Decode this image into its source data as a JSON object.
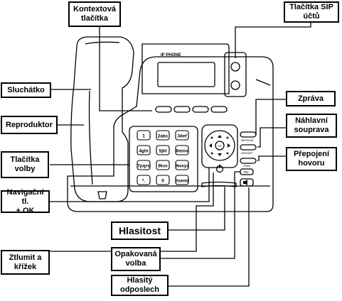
{
  "brand_label": "IP PHONE",
  "keypad_keys": [
    "1",
    "2abc",
    "3def",
    "4ghi",
    "5jkl",
    "6mno",
    "7pqrs",
    "8tuv",
    "9wxyz",
    "*.",
    "0",
    "#send"
  ],
  "key_labels": {
    "message": "MESSAGE",
    "headset": "HEADSET",
    "tran": "TRAN",
    "rd": "RD",
    "ok": "OK"
  },
  "callouts": {
    "context_buttons": "Kontextová\ntlačítka",
    "sip_buttons": "Tlačítka SIP\núčtů",
    "handset": "Sluchátko",
    "message": "Zpráva",
    "speaker": "Reproduktor",
    "headset": "Náhlavní\nsouprava",
    "dial_buttons": "Tlačítka\nvolby",
    "transfer": "Přepojení\nhovoru",
    "navigation": "Navigační tl.\n+ OK",
    "volume": "Hlasitost",
    "mute": "Ztlumit a\nkřížek",
    "redial": "Opakovaná\nvolba",
    "speakerphone": "Hlasitý\nodposlech"
  }
}
